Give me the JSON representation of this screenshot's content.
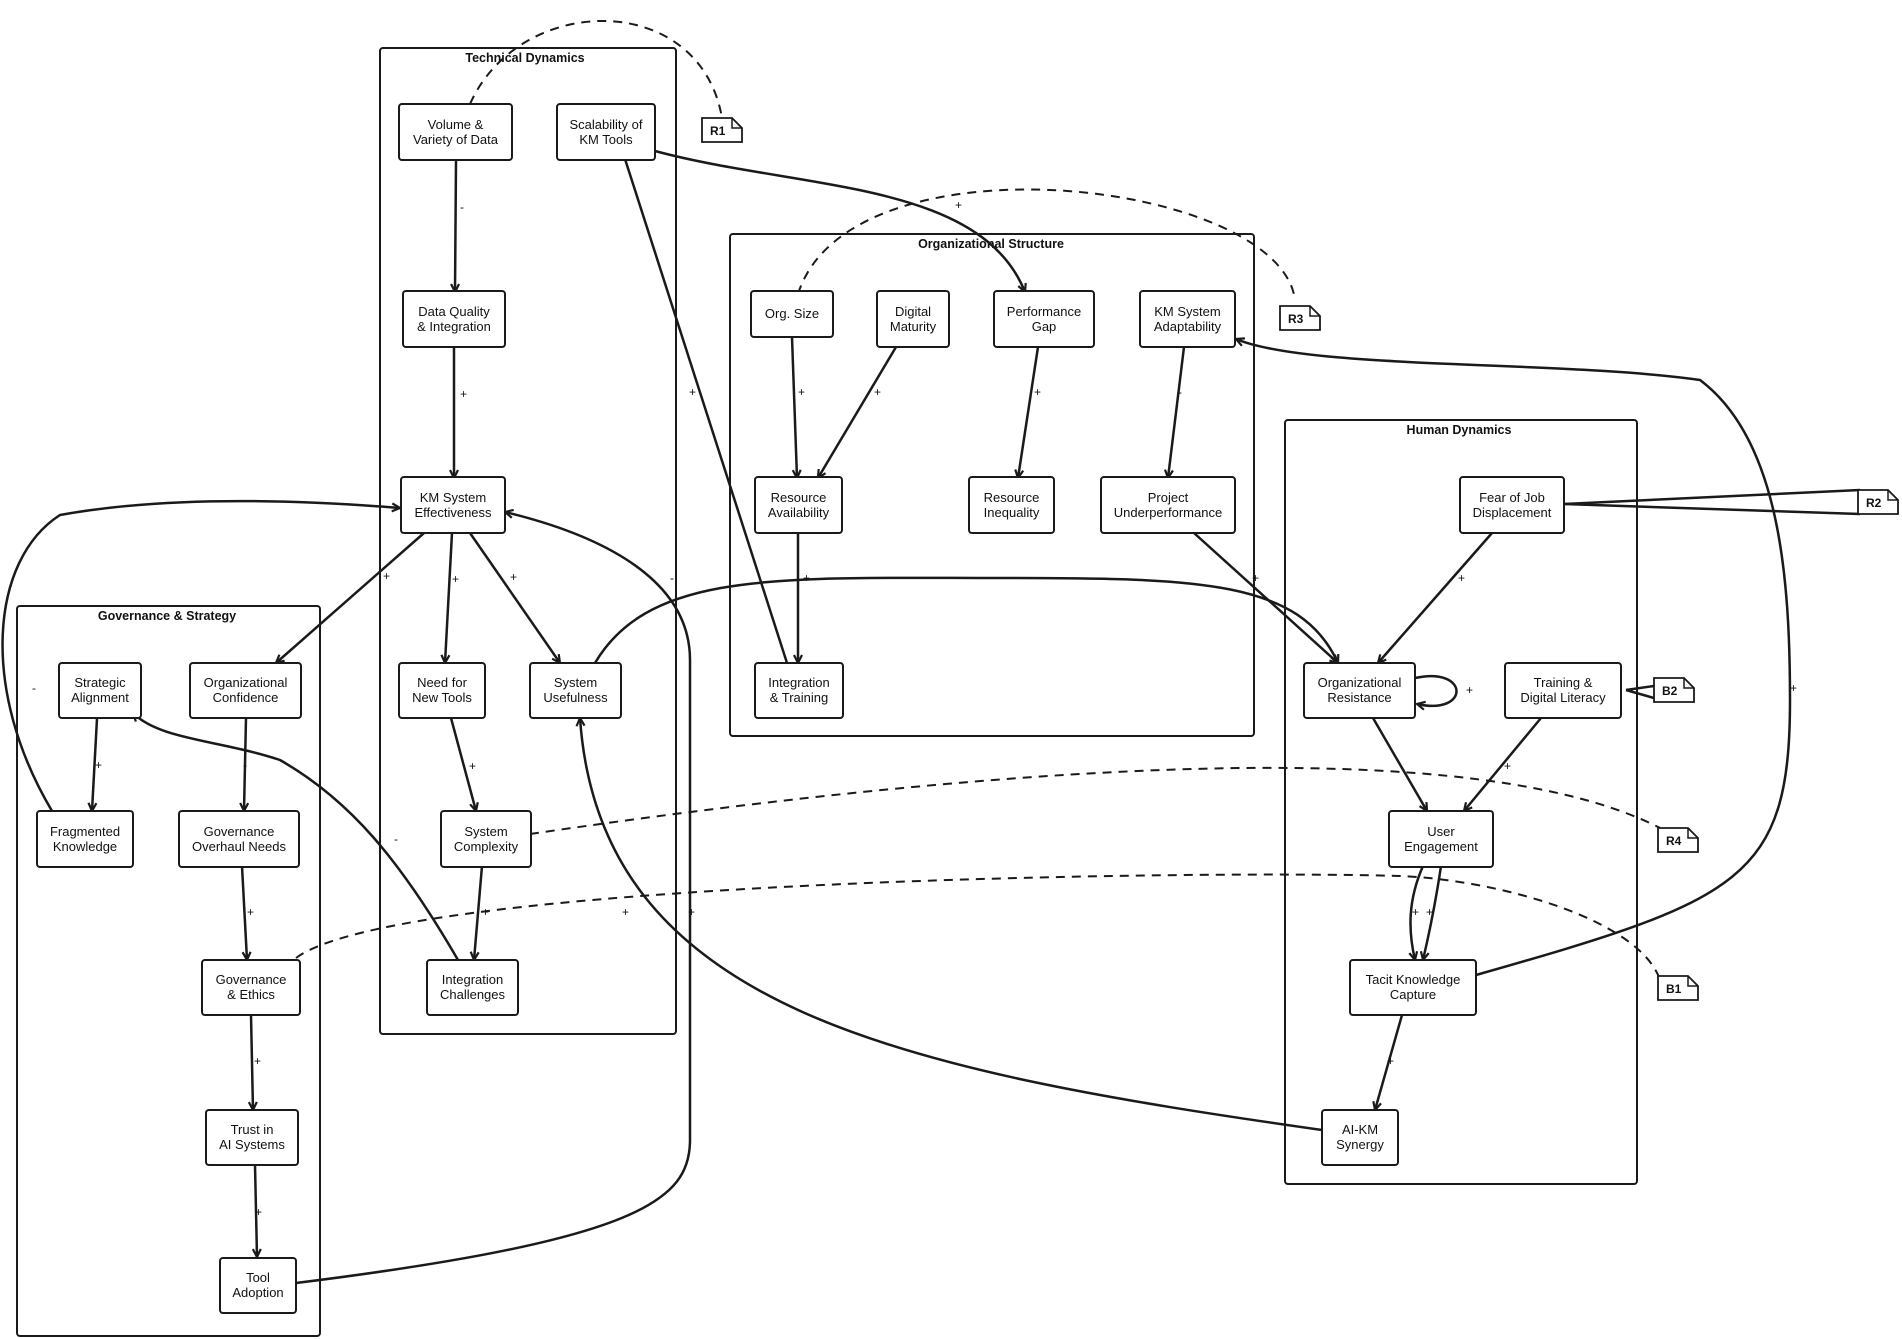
{
  "groups": {
    "technical": "Technical Dynamics",
    "organizational": "Organizational Structure",
    "human": "Human Dynamics",
    "governance": "Governance & Strategy"
  },
  "nodes": {
    "volume_variety_data": [
      "Volume &",
      "Variety of Data"
    ],
    "scalability_km_tools": [
      "Scalability of",
      "KM Tools"
    ],
    "data_quality_integration": [
      "Data Quality",
      "& Integration"
    ],
    "km_system_effectiveness": [
      "KM System",
      "Effectiveness"
    ],
    "need_new_tools": [
      "Need for",
      "New Tools"
    ],
    "system_usefulness": [
      "System",
      "Usefulness"
    ],
    "system_complexity": [
      "System",
      "Complexity"
    ],
    "integration_challenges": [
      "Integration",
      "Challenges"
    ],
    "org_size": [
      "Org. Size"
    ],
    "digital_maturity": [
      "Digital",
      "Maturity"
    ],
    "performance_gap": [
      "Performance",
      "Gap"
    ],
    "km_system_adaptability": [
      "KM System",
      "Adaptability"
    ],
    "resource_availability": [
      "Resource",
      "Availability"
    ],
    "resource_inequality": [
      "Resource",
      "Inequality"
    ],
    "project_underperformance": [
      "Project",
      "Underperformance"
    ],
    "integration_training": [
      "Integration",
      "& Training"
    ],
    "fear_job_displacement": [
      "Fear of Job",
      "Displacement"
    ],
    "organizational_resistance": [
      "Organizational",
      "Resistance"
    ],
    "training_digital_literacy": [
      "Training &",
      "Digital Literacy"
    ],
    "user_engagement": [
      "User",
      "Engagement"
    ],
    "tacit_knowledge_capture": [
      "Tacit Knowledge",
      "Capture"
    ],
    "ai_km_synergy": [
      "AI-KM",
      "Synergy"
    ],
    "strategic_alignment": [
      "Strategic",
      "Alignment"
    ],
    "organizational_confidence": [
      "Organizational",
      "Confidence"
    ],
    "fragmented_knowledge": [
      "Fragmented",
      "Knowledge"
    ],
    "governance_overhaul_needs": [
      "Governance",
      "Overhaul Needs"
    ],
    "governance_ethics": [
      "Governance",
      "& Ethics"
    ],
    "trust_ai_systems": [
      "Trust in",
      "AI Systems"
    ],
    "tool_adoption": [
      "Tool",
      "Adoption"
    ]
  },
  "edges": [
    {
      "from": "volume_variety_data",
      "to": "data_quality_integration",
      "sign": "-"
    },
    {
      "from": "data_quality_integration",
      "to": "km_system_effectiveness",
      "sign": "+"
    },
    {
      "from": "km_system_effectiveness",
      "to": "organizational_confidence",
      "sign": "+"
    },
    {
      "from": "km_system_effectiveness",
      "to": "need_new_tools",
      "sign": "+"
    },
    {
      "from": "km_system_effectiveness",
      "to": "system_usefulness",
      "sign": "+"
    },
    {
      "from": "need_new_tools",
      "to": "system_complexity",
      "sign": "+"
    },
    {
      "from": "system_complexity",
      "to": "integration_challenges",
      "sign": "+"
    },
    {
      "from": "integration_training",
      "to": "scalability_km_tools",
      "sign": "+"
    },
    {
      "from": "scalability_km_tools",
      "to": "performance_gap",
      "sign": "+"
    },
    {
      "from": "org_size",
      "to": "resource_availability",
      "sign": "+"
    },
    {
      "from": "digital_maturity",
      "to": "resource_availability",
      "sign": "+"
    },
    {
      "from": "resource_availability",
      "to": "integration_training",
      "sign": "+"
    },
    {
      "from": "performance_gap",
      "to": "resource_inequality",
      "sign": "+"
    },
    {
      "from": "km_system_adaptability",
      "to": "project_underperformance",
      "sign": "-"
    },
    {
      "from": "project_underperformance",
      "to": "organizational_resistance",
      "sign": "+"
    },
    {
      "from": "system_usefulness",
      "to": "organizational_resistance",
      "sign": "-"
    },
    {
      "from": "fear_job_displacement",
      "to": "organizational_resistance",
      "sign": "+"
    },
    {
      "from": "organizational_resistance",
      "to": "organizational_resistance",
      "sign": "+"
    },
    {
      "from": "organizational_resistance",
      "to": "user_engagement",
      "sign": ""
    },
    {
      "from": "training_digital_literacy",
      "to": "user_engagement",
      "sign": "+"
    },
    {
      "from": "user_engagement",
      "to": "tacit_knowledge_capture",
      "sign": "+"
    },
    {
      "from": "user_engagement",
      "to": "tacit_knowledge_capture",
      "sign": "+"
    },
    {
      "from": "tacit_knowledge_capture",
      "to": "ai_km_synergy",
      "sign": "+"
    },
    {
      "from": "tacit_knowledge_capture",
      "to": "km_system_adaptability",
      "sign": "+"
    },
    {
      "from": "ai_km_synergy",
      "to": "system_usefulness",
      "sign": "+"
    },
    {
      "from": "strategic_alignment",
      "to": "fragmented_knowledge",
      "sign": "+"
    },
    {
      "from": "fragmented_knowledge",
      "to": "km_system_effectiveness",
      "sign": "-"
    },
    {
      "from": "organizational_confidence",
      "to": "governance_overhaul_needs",
      "sign": "-"
    },
    {
      "from": "governance_overhaul_needs",
      "to": "governance_ethics",
      "sign": "+"
    },
    {
      "from": "governance_ethics",
      "to": "trust_ai_systems",
      "sign": "+"
    },
    {
      "from": "trust_ai_systems",
      "to": "tool_adoption",
      "sign": "+"
    },
    {
      "from": "tool_adoption",
      "to": "km_system_effectiveness",
      "sign": "+"
    },
    {
      "from": "integration_challenges",
      "to": "strategic_alignment",
      "sign": "-"
    }
  ],
  "loops": {
    "r1": "R1",
    "r2": "R2",
    "r3": "R3",
    "r4": "R4",
    "b1": "B1",
    "b2": "B2"
  }
}
